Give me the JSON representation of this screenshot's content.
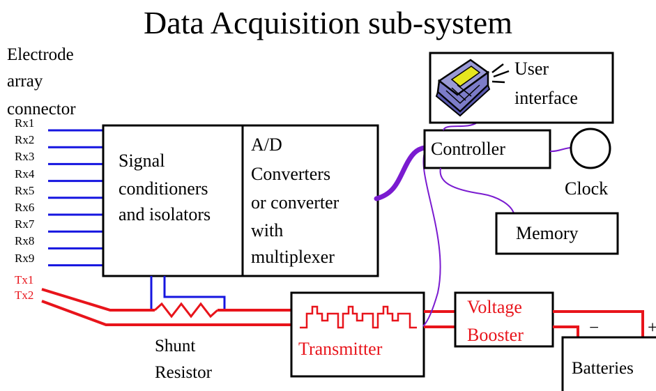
{
  "title": "Data Acquisition sub-system",
  "connector": {
    "label_lines": [
      "Electrode",
      "array",
      "connector"
    ],
    "rx_pins": [
      "Rx1",
      "Rx2",
      "Rx3",
      "Rx4",
      "Rx5",
      "Rx6",
      "Rx7",
      "Rx8",
      "Rx9"
    ],
    "tx_pins": [
      "Tx1",
      "Tx2"
    ]
  },
  "blocks": {
    "signal_conditioner": [
      "Signal",
      "conditioners",
      "and isolators"
    ],
    "adc": [
      "A/D",
      "Converters",
      "or converter",
      "with",
      "multiplexer"
    ],
    "controller": "Controller",
    "user_interface": [
      "User",
      "interface"
    ],
    "clock": "Clock",
    "memory": "Memory",
    "transmitter": "Transmitter",
    "voltage_booster": [
      "Voltage",
      "Booster"
    ],
    "batteries": "Batteries",
    "shunt_resistor": [
      "Shunt",
      "Resistor"
    ]
  },
  "battery_terminals": {
    "negative": "−",
    "positive": "+"
  },
  "colors": {
    "signal_lines": "#1515e0",
    "power_lines": "#e8141b",
    "control_lines": "#7a1bd0",
    "outline": "#000000"
  }
}
